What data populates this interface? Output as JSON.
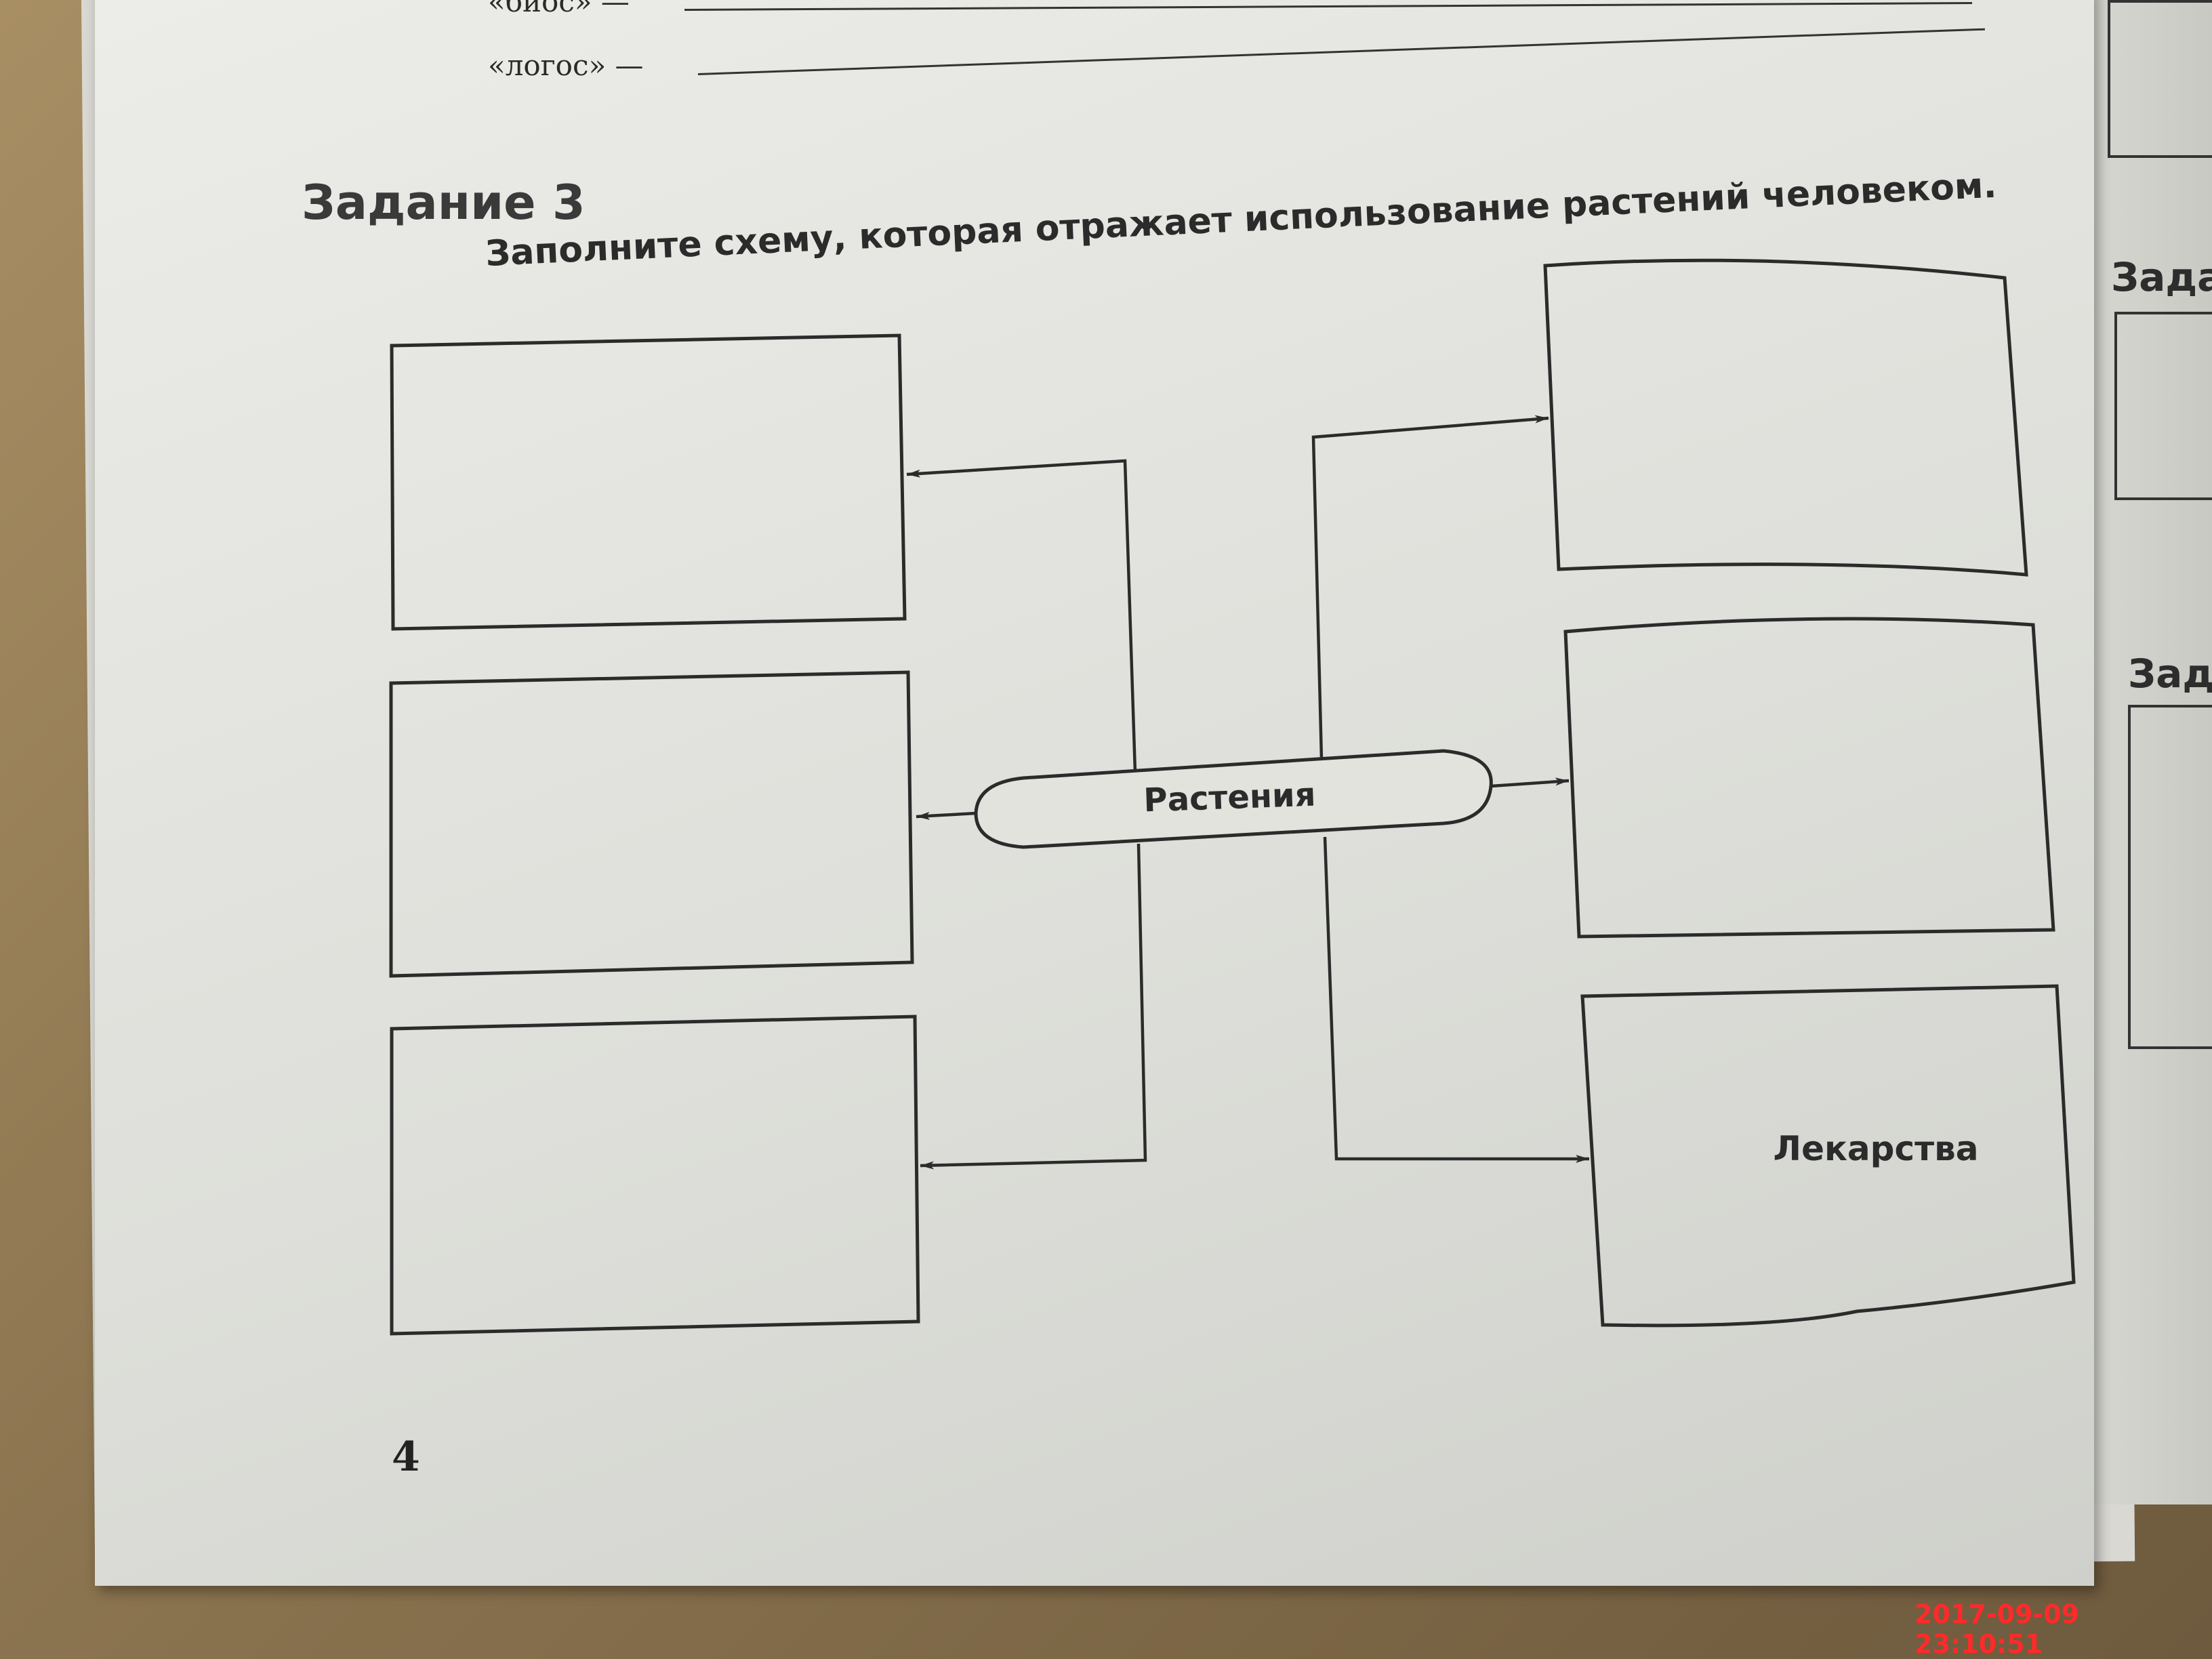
{
  "previous_section": {
    "line1_label": "«биос» —",
    "line2_label": "«логос» —"
  },
  "task": {
    "heading": "Задание 3",
    "instruction": "Заполните схему, которая отражает использование растений человеком."
  },
  "diagram": {
    "center_label": "Растения",
    "boxes": [
      {
        "label": ""
      },
      {
        "label": ""
      },
      {
        "label": ""
      },
      {
        "label": ""
      },
      {
        "label": ""
      },
      {
        "label": "Лекарства"
      }
    ]
  },
  "right_page": {
    "fragment1": "Зада",
    "fragment2": "Зада"
  },
  "page_number": "4",
  "camera_timestamp": "2017-09-09 23:10:51",
  "colors": {
    "ink": "#2b2b2b",
    "timestamp": "#ff2a2a",
    "paper": "#e6e6e1"
  }
}
